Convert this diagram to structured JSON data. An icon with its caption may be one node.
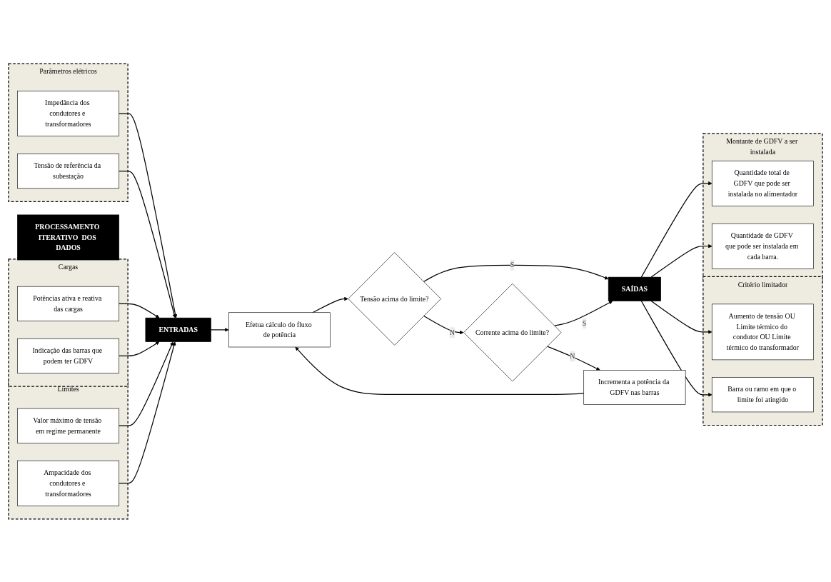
{
  "diagram": {
    "nodes": [
      {
        "text": [
          "Parâmetros elétricos"
        ]
      },
      {
        "text": [
          "Impedância dos condutores e transformadores"
        ],
        "in": 0
      },
      {
        "text": [
          "Tensão de referência da subestação"
        ],
        "in": 0
      },
      {
        "text": [
          "Cargas"
        ]
      },
      {
        "text": [
          "Potências ativa e reativa das cargas"
        ],
        "in": 3
      },
      {
        "text": [
          "Indicação das barras que podem ter GDFV"
        ],
        "in": 3
      },
      {
        "text": [
          "Limites"
        ]
      },
      {
        "text": [
          "Valor máximo de tensão em regime permanente"
        ],
        "in": 6
      },
      {
        "text": [
          "Ampacidade dos condutores e transformadores"
        ],
        "in": 6
      },
      {
        "text": [
          "ENTRADAS"
        ]
      },
      {
        "text": [
          "SAÍDAS"
        ]
      },
      {
        "text": [
          "PROCESSAMENTO ITERATIVO  DOS DADOS"
        ]
      },
      {
        "text": [
          "Efetua cálculo do fluxo de potência"
        ]
      },
      {
        "text": [
          "Tensão acima do limite?"
        ]
      },
      {
        "text": [
          "Corrente acima do limite?"
        ]
      },
      {
        "text": [
          "Incrementa a potência da GDFV nas barras"
        ]
      },
      {
        "text": [
          "Critério limitador"
        ]
      },
      {
        "text": [
          "Aumento de tensão OU Limite térmico do condutor OU Limite térmico do transformador"
        ],
        "in": 16
      },
      {
        "text": [
          "Barra ou ramo em que o limite foi atingido"
        ],
        "in": 16
      },
      {
        "text": [
          "Montante de GDFV a ser instalada"
        ]
      },
      {
        "text": [
          "Quantidade total de GDFV que pode ser instalada no alimentador"
        ],
        "in": 19
      },
      {
        "text": [
          "Quantidade de GDFV que pode ser instalada em cada barra."
        ],
        "in": 19
      }
    ],
    "edges": [
      {
        "from": 1,
        "to": 9,
        "arrow": "to"
      },
      {
        "from": 2,
        "to": 9,
        "arrow": "to"
      },
      {
        "from": 4,
        "to": 9,
        "arrow": "to"
      },
      {
        "from": 5,
        "to": 9,
        "arrow": "to"
      },
      {
        "from": 7,
        "to": 9,
        "arrow": "to"
      },
      {
        "from": 8,
        "to": 9,
        "arrow": "to"
      },
      {
        "from": 9,
        "to": 12,
        "arrow": "to"
      },
      {
        "from": 12,
        "to": 13,
        "arrow": "to"
      },
      {
        "from": 13,
        "to": 10,
        "label": "S",
        "arrow": "to"
      },
      {
        "from": 13,
        "to": 14,
        "label": "N",
        "arrow": "to"
      },
      {
        "from": 14,
        "to": 10,
        "label": "S",
        "arrow": "to"
      },
      {
        "from": 14,
        "to": 15,
        "label": "N",
        "arrow": "to"
      },
      {
        "from": 15,
        "to": 12,
        "arrow": "to"
      },
      {
        "from": 10,
        "to": 17,
        "arrow": "to"
      },
      {
        "from": 10,
        "to": 18,
        "arrow": "to"
      },
      {
        "from": 10,
        "to": 20,
        "arrow": "to"
      },
      {
        "from": 10,
        "to": 21,
        "arrow": "to"
      }
    ]
  }
}
